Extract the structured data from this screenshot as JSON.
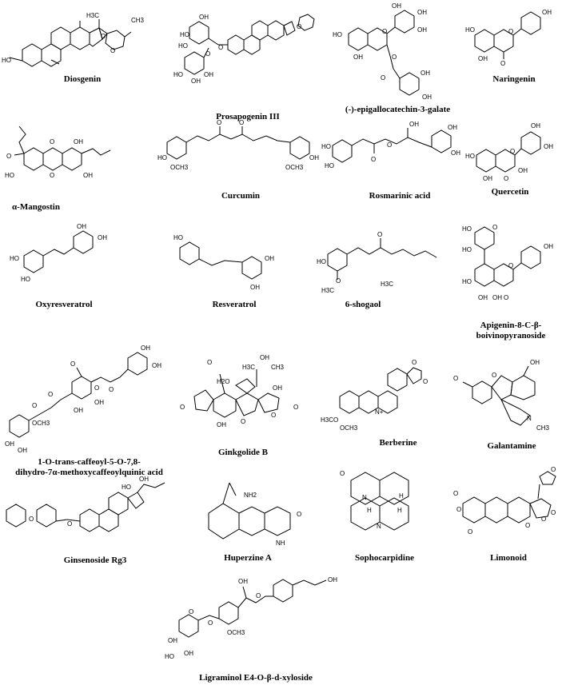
{
  "compounds": [
    {
      "name": "Diosgenin",
      "atoms": [
        "H3C",
        "CH3",
        "HO",
        "O",
        "O"
      ]
    },
    {
      "name": "Prosapogenin III",
      "atoms": [
        "HO",
        "OH",
        "HO",
        "O",
        "O",
        "O",
        "HO",
        "OH",
        "OH"
      ]
    },
    {
      "name": "(-)-epigallocatechin-3-galate",
      "atoms": [
        "OH",
        "OH",
        "HO",
        "O",
        "OH",
        "OH",
        "OH",
        "OH",
        "O",
        "O"
      ]
    },
    {
      "name": "Naringenin",
      "atoms": [
        "OH",
        "HO",
        "O",
        "OH",
        "O"
      ]
    },
    {
      "name": "α-Mangostin",
      "atoms": [
        "O",
        "OH",
        "O",
        "HO",
        "O",
        "OH"
      ]
    },
    {
      "name": "Curcumin",
      "atoms": [
        "O",
        "O",
        "HO",
        "OCH3",
        "OH",
        "OCH3"
      ]
    },
    {
      "name": "Rosmarinic acid",
      "atoms": [
        "HO",
        "O",
        "OH",
        "O",
        "OH",
        "HO",
        "OH"
      ]
    },
    {
      "name": "Quercetin",
      "atoms": [
        "OH",
        "OH",
        "HO",
        "O",
        "OH",
        "OH",
        "O"
      ]
    },
    {
      "name": "Oxyresveratrol",
      "atoms": [
        "HO",
        "OH",
        "HO",
        "OH"
      ]
    },
    {
      "name": "Resveratrol",
      "atoms": [
        "HO",
        "OH",
        "OH"
      ]
    },
    {
      "name": "6-shogaol",
      "atoms": [
        "O",
        "HO",
        "H3C",
        "O",
        "H3C"
      ]
    },
    {
      "name": "Apigenin-8-C-β-\nboivinopyranoside",
      "atoms": [
        "HO",
        "O",
        "HO",
        "HO",
        "OH",
        "O",
        "OH",
        "OH",
        "O"
      ]
    },
    {
      "name": "1-O-trans-caffeoyl-5-O-7,8-\ndihydro-7α-methoxycaffeoylquinic acid",
      "atoms": [
        "OH",
        "OH",
        "O",
        "O",
        "O",
        "OH",
        "OH",
        "O",
        "O",
        "OCH3",
        "OH",
        "OH"
      ]
    },
    {
      "name": "Ginkgolide B",
      "atoms": [
        "O",
        "OH",
        "H3C",
        "CH3",
        "H2O",
        "OH",
        "O",
        "OH",
        "O",
        "O",
        "O"
      ]
    },
    {
      "name": "Berberine",
      "atoms": [
        "O",
        "O",
        "H3CO",
        "OCH3",
        "N+"
      ]
    },
    {
      "name": "Galantamine",
      "atoms": [
        "OH",
        "O",
        "O",
        "N",
        "CH3"
      ]
    },
    {
      "name": "Ginsenoside Rg3",
      "atoms": [
        "OH",
        "HO",
        "O",
        "O"
      ]
    },
    {
      "name": "Huperzine A",
      "atoms": [
        "NH2",
        "O",
        "NH"
      ]
    },
    {
      "name": "Sophocarpidine",
      "atoms": [
        "O",
        "N",
        "H",
        "H",
        "H",
        "N"
      ]
    },
    {
      "name": "Limonoid",
      "atoms": [
        "O",
        "O",
        "O",
        "O",
        "O",
        "O",
        "O"
      ]
    },
    {
      "name": "Ligraminol E4-O-β-d-xyloside",
      "atoms": [
        "OH",
        "OH",
        "O",
        "OH",
        "HO",
        "O",
        "O",
        "OH",
        "OCH3"
      ]
    }
  ]
}
